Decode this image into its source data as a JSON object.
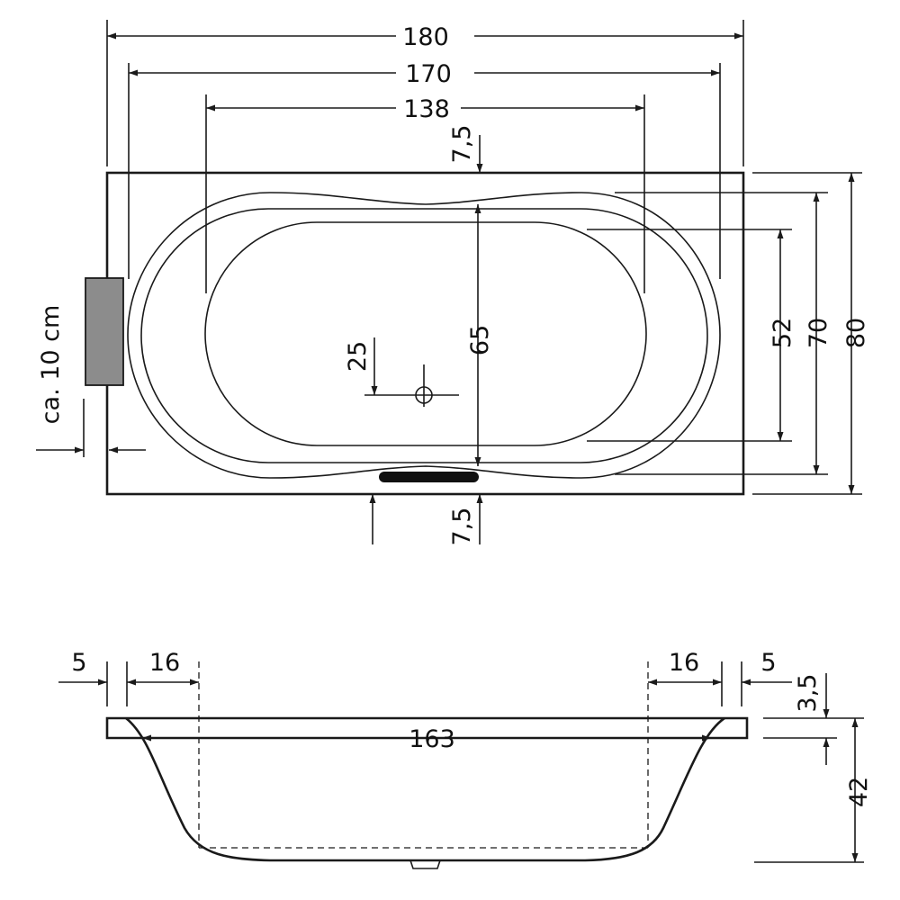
{
  "top_view": {
    "overall_length": "180",
    "outer_rim_length": "170",
    "inner_basin_length": "138",
    "top_rim_offset": "7,5",
    "bottom_rim_offset": "7,5",
    "overall_width": "80",
    "outer_rim_width": "70",
    "inner_basin_width": "52",
    "basin_height_65": "65",
    "drain_offset": "25",
    "panel_clearance": "ca. 10 cm"
  },
  "side_view": {
    "rim_left": "5",
    "slope_left": "16",
    "slope_right": "16",
    "rim_right": "5",
    "bottom_length": "163",
    "rim_thickness": "3,5",
    "depth": "42"
  },
  "colors": {
    "line": "#1a1a1a",
    "panel_fill": "#8c8c8c",
    "handle_fill": "#111111"
  }
}
